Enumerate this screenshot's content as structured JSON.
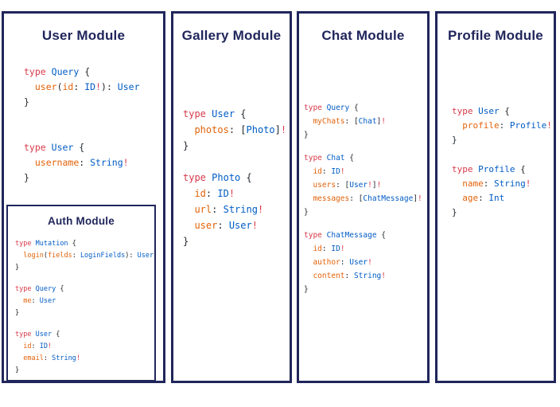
{
  "colors": {
    "border_navy": "#20265b",
    "title_navy": "#20265b",
    "code_keyword_red": "#d73a49",
    "code_typename_blue": "#005cc5",
    "code_field_orange": "#e36209",
    "code_punct_dark": "#24292e",
    "code_exclaim_red": "#d73a49",
    "background": "#ffffff"
  },
  "modules": [
    {
      "id": "user",
      "title": "User Module",
      "blocks": [
        [
          [
            [
              "kw",
              "type"
            ],
            [
              "pl",
              " "
            ],
            [
              "tn",
              "Query"
            ],
            [
              "pl",
              " {"
            ]
          ],
          [
            [
              "pl",
              "  "
            ],
            [
              "fld",
              "user"
            ],
            [
              "pl",
              "("
            ],
            [
              "fld",
              "id"
            ],
            [
              "pl",
              ": "
            ],
            [
              "tn",
              "ID"
            ],
            [
              "ex",
              "!"
            ],
            [
              "pl",
              "): "
            ],
            [
              "tn",
              "User"
            ]
          ],
          [
            [
              "pl",
              "}"
            ]
          ]
        ],
        [
          [
            [
              "kw",
              "type"
            ],
            [
              "pl",
              " "
            ],
            [
              "tn",
              "User"
            ],
            [
              "pl",
              " {"
            ]
          ],
          [
            [
              "pl",
              "  "
            ],
            [
              "fld",
              "username"
            ],
            [
              "pl",
              ": "
            ],
            [
              "tn",
              "String"
            ],
            [
              "ex",
              "!"
            ]
          ],
          [
            [
              "pl",
              "}"
            ]
          ]
        ]
      ]
    },
    {
      "id": "gallery",
      "title": "Gallery Module",
      "blocks": [
        [
          [
            [
              "kw",
              "type"
            ],
            [
              "pl",
              " "
            ],
            [
              "tn",
              "User"
            ],
            [
              "pl",
              " {"
            ]
          ],
          [
            [
              "pl",
              "  "
            ],
            [
              "fld",
              "photos"
            ],
            [
              "pl",
              ": ["
            ],
            [
              "tn",
              "Photo"
            ],
            [
              "pl",
              "]"
            ],
            [
              "ex",
              "!"
            ]
          ],
          [
            [
              "pl",
              "}"
            ]
          ]
        ],
        [
          [
            [
              "kw",
              "type"
            ],
            [
              "pl",
              " "
            ],
            [
              "tn",
              "Photo"
            ],
            [
              "pl",
              " {"
            ]
          ],
          [
            [
              "pl",
              "  "
            ],
            [
              "fld",
              "id"
            ],
            [
              "pl",
              ": "
            ],
            [
              "tn",
              "ID"
            ],
            [
              "ex",
              "!"
            ]
          ],
          [
            [
              "pl",
              "  "
            ],
            [
              "fld",
              "url"
            ],
            [
              "pl",
              ": "
            ],
            [
              "tn",
              "String"
            ],
            [
              "ex",
              "!"
            ]
          ],
          [
            [
              "pl",
              "  "
            ],
            [
              "fld",
              "user"
            ],
            [
              "pl",
              ": "
            ],
            [
              "tn",
              "User"
            ],
            [
              "ex",
              "!"
            ]
          ],
          [
            [
              "pl",
              "}"
            ]
          ]
        ]
      ]
    },
    {
      "id": "chat",
      "title": "Chat Module",
      "blocks": [
        [
          [
            [
              "kw",
              "type"
            ],
            [
              "pl",
              " "
            ],
            [
              "tn",
              "Query"
            ],
            [
              "pl",
              " {"
            ]
          ],
          [
            [
              "pl",
              "  "
            ],
            [
              "fld",
              "myChats"
            ],
            [
              "pl",
              ": ["
            ],
            [
              "tn",
              "Chat"
            ],
            [
              "pl",
              "]"
            ],
            [
              "ex",
              "!"
            ]
          ],
          [
            [
              "pl",
              "}"
            ]
          ]
        ],
        [
          [
            [
              "kw",
              "type"
            ],
            [
              "pl",
              " "
            ],
            [
              "tn",
              "Chat"
            ],
            [
              "pl",
              " {"
            ]
          ],
          [
            [
              "pl",
              "  "
            ],
            [
              "fld",
              "id"
            ],
            [
              "pl",
              ": "
            ],
            [
              "tn",
              "ID"
            ],
            [
              "ex",
              "!"
            ]
          ],
          [
            [
              "pl",
              "  "
            ],
            [
              "fld",
              "users"
            ],
            [
              "pl",
              ": ["
            ],
            [
              "tn",
              "User"
            ],
            [
              "ex",
              "!"
            ],
            [
              "pl",
              "]"
            ],
            [
              "ex",
              "!"
            ]
          ],
          [
            [
              "pl",
              "  "
            ],
            [
              "fld",
              "messages"
            ],
            [
              "pl",
              ": ["
            ],
            [
              "tn",
              "ChatMessage"
            ],
            [
              "pl",
              "]"
            ],
            [
              "ex",
              "!"
            ]
          ],
          [
            [
              "pl",
              "}"
            ]
          ]
        ],
        [
          [
            [
              "kw",
              "type"
            ],
            [
              "pl",
              " "
            ],
            [
              "tn",
              "ChatMessage"
            ],
            [
              "pl",
              " {"
            ]
          ],
          [
            [
              "pl",
              "  "
            ],
            [
              "fld",
              "id"
            ],
            [
              "pl",
              ": "
            ],
            [
              "tn",
              "ID"
            ],
            [
              "ex",
              "!"
            ]
          ],
          [
            [
              "pl",
              "  "
            ],
            [
              "fld",
              "author"
            ],
            [
              "pl",
              ": "
            ],
            [
              "tn",
              "User"
            ],
            [
              "ex",
              "!"
            ]
          ],
          [
            [
              "pl",
              "  "
            ],
            [
              "fld",
              "content"
            ],
            [
              "pl",
              ": "
            ],
            [
              "tn",
              "String"
            ],
            [
              "ex",
              "!"
            ]
          ],
          [
            [
              "pl",
              "}"
            ]
          ]
        ]
      ]
    },
    {
      "id": "profile",
      "title": "Profile Module",
      "blocks": [
        [
          [
            [
              "kw",
              "type"
            ],
            [
              "pl",
              " "
            ],
            [
              "tn",
              "User"
            ],
            [
              "pl",
              " {"
            ]
          ],
          [
            [
              "pl",
              "  "
            ],
            [
              "fld",
              "profile"
            ],
            [
              "pl",
              ": "
            ],
            [
              "tn",
              "Profile"
            ],
            [
              "ex",
              "!"
            ]
          ],
          [
            [
              "pl",
              "}"
            ]
          ]
        ],
        [
          [
            [
              "kw",
              "type"
            ],
            [
              "pl",
              " "
            ],
            [
              "tn",
              "Profile"
            ],
            [
              "pl",
              " {"
            ]
          ],
          [
            [
              "pl",
              "  "
            ],
            [
              "fld",
              "name"
            ],
            [
              "pl",
              ": "
            ],
            [
              "tn",
              "String"
            ],
            [
              "ex",
              "!"
            ]
          ],
          [
            [
              "pl",
              "  "
            ],
            [
              "fld",
              "age"
            ],
            [
              "pl",
              ": "
            ],
            [
              "tn",
              "Int"
            ]
          ],
          [
            [
              "pl",
              "}"
            ]
          ]
        ]
      ]
    }
  ],
  "auth": {
    "title": "Auth Module",
    "blocks": [
      [
        [
          [
            "kw",
            "type"
          ],
          [
            "pl",
            " "
          ],
          [
            "tn",
            "Mutation"
          ],
          [
            "pl",
            " {"
          ]
        ],
        [
          [
            "pl",
            "  "
          ],
          [
            "fld",
            "login"
          ],
          [
            "pl",
            "("
          ],
          [
            "fld",
            "fields"
          ],
          [
            "pl",
            ": "
          ],
          [
            "tn",
            "LoginFields"
          ],
          [
            "pl",
            "): "
          ],
          [
            "tn",
            "User"
          ]
        ],
        [
          [
            "pl",
            "}"
          ]
        ]
      ],
      [
        [
          [
            "kw",
            "type"
          ],
          [
            "pl",
            " "
          ],
          [
            "tn",
            "Query"
          ],
          [
            "pl",
            " {"
          ]
        ],
        [
          [
            "pl",
            "  "
          ],
          [
            "fld",
            "me"
          ],
          [
            "pl",
            ": "
          ],
          [
            "tn",
            "User"
          ]
        ],
        [
          [
            "pl",
            "}"
          ]
        ]
      ],
      [
        [
          [
            "kw",
            "type"
          ],
          [
            "pl",
            " "
          ],
          [
            "tn",
            "User"
          ],
          [
            "pl",
            " {"
          ]
        ],
        [
          [
            "pl",
            "  "
          ],
          [
            "fld",
            "id"
          ],
          [
            "pl",
            ": "
          ],
          [
            "tn",
            "ID"
          ],
          [
            "ex",
            "!"
          ]
        ],
        [
          [
            "pl",
            "  "
          ],
          [
            "fld",
            "email"
          ],
          [
            "pl",
            ": "
          ],
          [
            "tn",
            "String"
          ],
          [
            "ex",
            "!"
          ]
        ],
        [
          [
            "pl",
            "}"
          ]
        ]
      ]
    ]
  }
}
